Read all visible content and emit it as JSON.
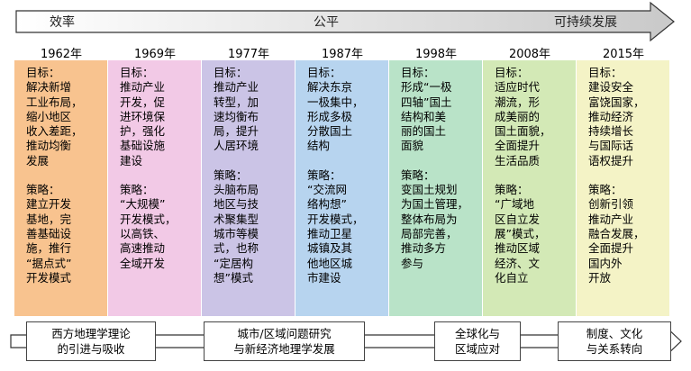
{
  "top_phases": [
    "效率",
    "公平",
    "可持续发展"
  ],
  "years": [
    "1962年",
    "1969年",
    "1977年",
    "1987年",
    "1998年",
    "2008年",
    "2015年"
  ],
  "columns": [
    {
      "color": "#f8c38f",
      "goal_head": "目标：",
      "goal_lines": [
        "解决新增",
        "工业布局，",
        "缩小地区",
        "收入差距，",
        "推动均衡",
        "发展"
      ],
      "strategy_head": "策略：",
      "strategy_lines": [
        "建立开发",
        "基地，完",
        "善基础设",
        "施，推行",
        "“据点式”",
        "开发模式"
      ]
    },
    {
      "color": "#f2c9e6",
      "goal_head": "目标：",
      "goal_lines": [
        "推动产业",
        "开发，促",
        "进环境保",
        "护，强化",
        "基础设施",
        "建设"
      ],
      "strategy_head": "策略：",
      "strategy_lines": [
        "“大规模”",
        "开发模式，",
        "以高铁、",
        "高速推动",
        "全域开发"
      ]
    },
    {
      "color": "#cbc4e6",
      "goal_head": "目标：",
      "goal_lines": [
        "推动产业",
        "转型，加",
        "速均衡布",
        "局，提升",
        "人居环境"
      ],
      "strategy_head": "策略：",
      "strategy_lines": [
        "头脑布局",
        "地区与技",
        "术聚集型",
        "城市等模",
        "式，也称",
        "“定居构",
        "想”模式"
      ]
    },
    {
      "color": "#b7d4ef",
      "goal_head": "目标：",
      "goal_lines": [
        "解决东京",
        "一极集中，",
        "形成多极",
        "分散国土",
        "结构"
      ],
      "strategy_head": "策略：",
      "strategy_lines": [
        "“交流网",
        "络构想”",
        "开发模式，",
        "推动卫星",
        "城镇及其",
        "他地区城",
        "市建设"
      ]
    },
    {
      "color": "#b9e3c8",
      "goal_head": "目标：",
      "goal_lines": [
        "形成“一极",
        "四轴”国土",
        "结构和美",
        "丽的国土",
        "面貌"
      ],
      "strategy_head": "策略：",
      "strategy_lines": [
        "变国土规划",
        "为国土管理，",
        "整体布局为",
        "局部完善，",
        "推动多方",
        "参与"
      ]
    },
    {
      "color": "#d3e9b6",
      "goal_head": "目标：",
      "goal_lines": [
        "适应时代",
        "潮流，形",
        "成美丽的",
        "国土面貌，",
        "全面提升",
        "生活品质"
      ],
      "strategy_head": "策略：",
      "strategy_lines": [
        "“广域地",
        "区自立发",
        "展”模式，",
        "推动区域",
        "经济、文",
        "化自立"
      ]
    },
    {
      "color": "#f4f3c6",
      "goal_head": "目标：",
      "goal_lines": [
        "建设安全",
        "富饶国家，",
        "推动经济",
        "持续增长",
        "与国际话",
        "语权提升"
      ],
      "strategy_head": "策略：",
      "strategy_lines": [
        "创新引领",
        "推动产业",
        "融合发展，",
        "全面提升",
        "国内外",
        "开放"
      ]
    }
  ],
  "bottom_boxes": [
    {
      "line1": "西方地理学理论",
      "line2": "的引进与吸收"
    },
    {
      "line1": "城市/区域问题研究",
      "line2": "与新经济地理学发展"
    },
    {
      "line1": "全球化与",
      "line2": "区域应对"
    },
    {
      "line1": "制度、文化",
      "line2": "与关系转向"
    }
  ]
}
